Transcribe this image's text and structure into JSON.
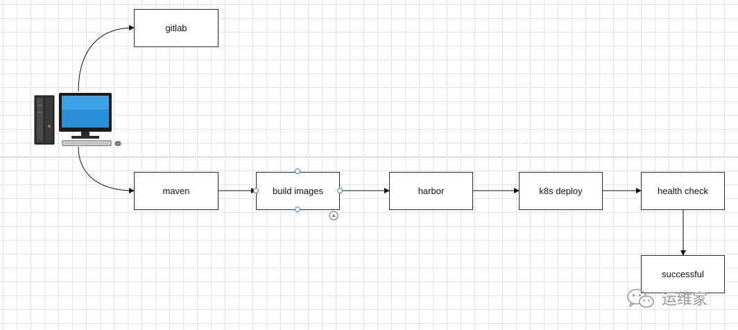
{
  "diagram": {
    "nodes": {
      "gitlab": "gitlab",
      "maven": "maven",
      "build_images": "build images",
      "harbor": "harbor",
      "k8s_deploy": "k8s deploy",
      "health_check": "health check",
      "successful": "successful"
    },
    "edges": [
      [
        "computer",
        "gitlab"
      ],
      [
        "computer",
        "maven"
      ],
      [
        "maven",
        "build images"
      ],
      [
        "build images",
        "harbor"
      ],
      [
        "harbor",
        "k8s deploy"
      ],
      [
        "k8s deploy",
        "health check"
      ],
      [
        "health check",
        "successful"
      ]
    ],
    "selected_node": "build images"
  },
  "watermark": {
    "text": "运维家"
  },
  "colors": {
    "canvas": "#ffffff",
    "grid": "#e6e6e6",
    "stroke": "#2a2a2a",
    "selection_handle": "#2e86de",
    "monitor_screen": "#2a8fd6",
    "tower": "#2f2f2f"
  },
  "icons": {
    "source": "desktop-computer-icon",
    "selection": "expand-arrow-icon",
    "watermark": "wechat-icon"
  }
}
